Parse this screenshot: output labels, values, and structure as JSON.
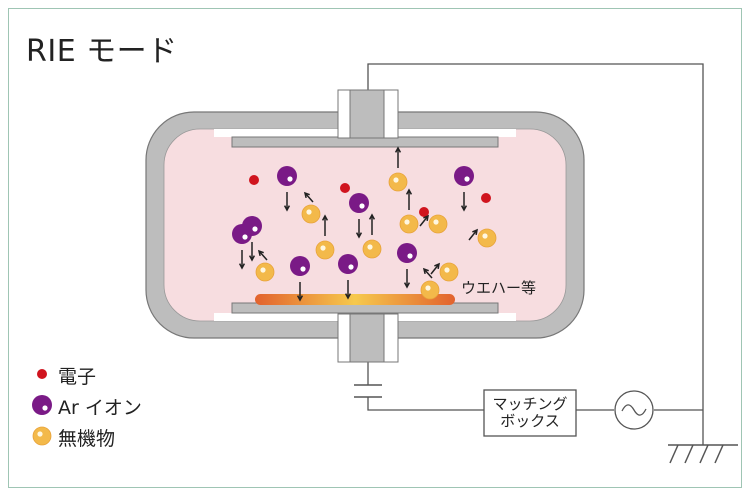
{
  "title": "RIE モード",
  "wafer_label": "ウエハー等",
  "matching_box": {
    "line1": "マッチング",
    "line2": "ボックス"
  },
  "legend": [
    {
      "label": "電子",
      "kind": "electron"
    },
    {
      "label": "Ar イオン",
      "kind": "ion"
    },
    {
      "label": "無機物",
      "kind": "inorganic"
    }
  ],
  "colors": {
    "electron": "#d0141e",
    "ion": "#7a1a86",
    "inorganic": "#f3b94a",
    "chamber_wall": "#bdbdbd",
    "plasma": "#f7dde0",
    "wafer": "#e8873a"
  },
  "particles": [
    {
      "kind": "electron"
    },
    {
      "kind": "ion",
      "arrow": "down"
    },
    {
      "kind": "electron"
    },
    {
      "kind": "ion",
      "arrow": "down"
    },
    {
      "kind": "inorganic",
      "arrow": "up"
    },
    {
      "kind": "ion",
      "arrow": "down"
    },
    {
      "kind": "electron"
    },
    {
      "kind": "inorganic",
      "arrow": "up"
    },
    {
      "kind": "electron"
    },
    {
      "kind": "ion",
      "arrow": "down"
    },
    {
      "kind": "inorganic",
      "arrow": "up-left"
    },
    {
      "kind": "inorganic",
      "arrow": "up"
    },
    {
      "kind": "inorganic",
      "arrow": "up"
    },
    {
      "kind": "ion",
      "arrow": "down"
    },
    {
      "kind": "inorganic",
      "arrow": "up-right"
    },
    {
      "kind": "inorganic",
      "arrow": "up-right"
    },
    {
      "kind": "inorganic",
      "arrow": "up-left"
    },
    {
      "kind": "ion",
      "arrow": "down"
    },
    {
      "kind": "ion",
      "arrow": "down"
    },
    {
      "kind": "ion",
      "arrow": "down"
    },
    {
      "kind": "inorganic",
      "arrow": "up-right"
    },
    {
      "kind": "inorganic",
      "arrow": "up-left"
    }
  ]
}
